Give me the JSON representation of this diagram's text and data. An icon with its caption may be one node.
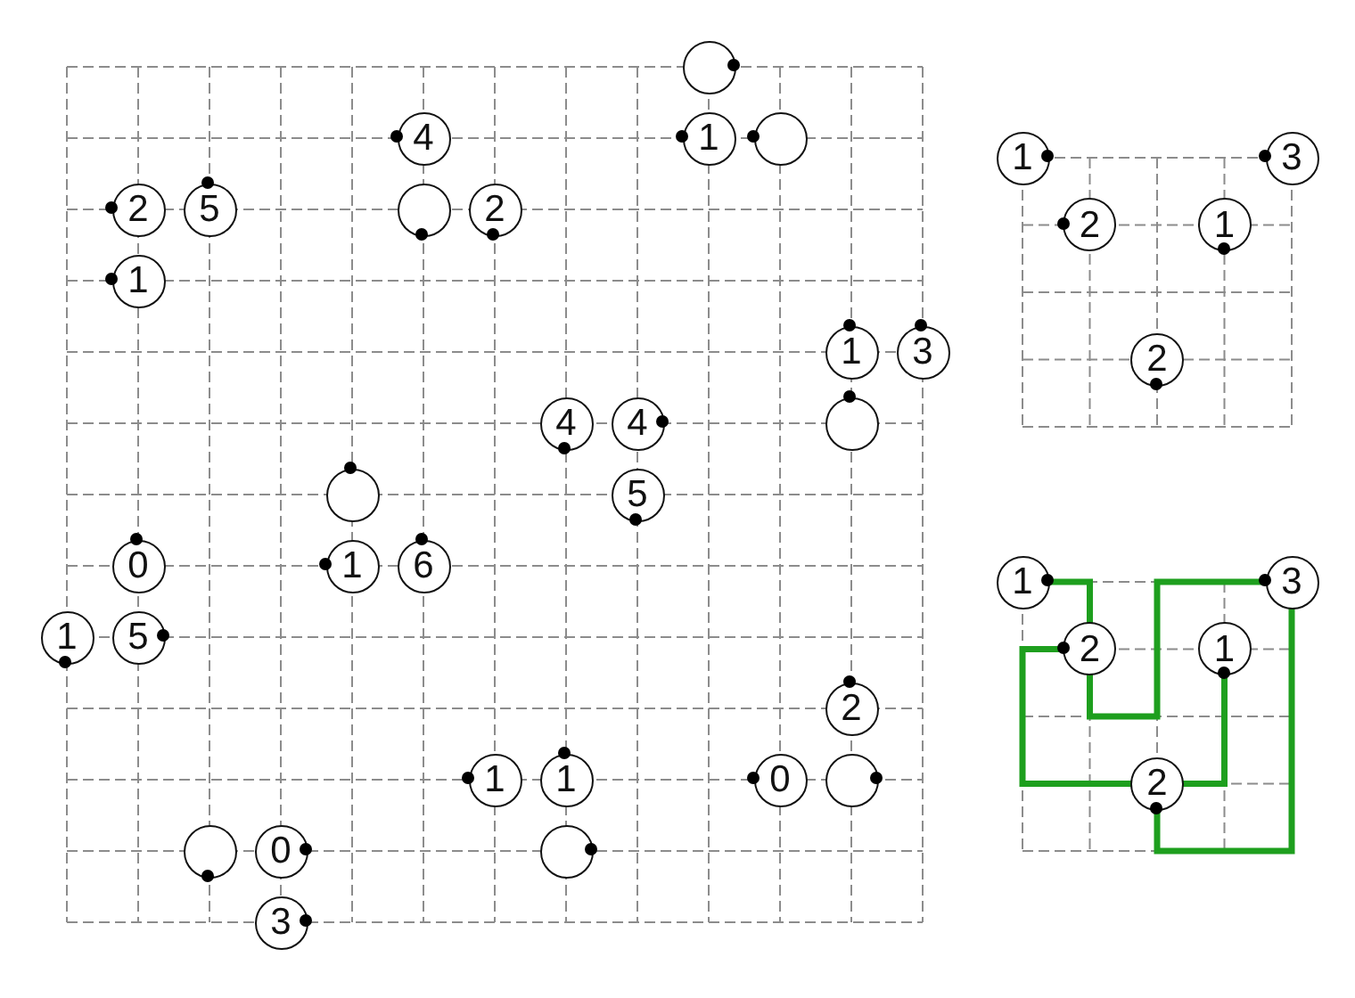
{
  "diagram": {
    "nodes": [
      {
        "text": [],
        "shape": "circle"
      },
      {
        "text": [
          "4"
        ]
      },
      {
        "text": [
          "1"
        ]
      },
      {
        "text": [],
        "shape": "circle"
      },
      {
        "text": [
          "2"
        ]
      },
      {
        "text": [
          "5"
        ]
      },
      {
        "text": [],
        "shape": "circle"
      },
      {
        "text": [
          "2"
        ]
      },
      {
        "text": [
          "1"
        ]
      },
      {
        "text": [
          "1"
        ]
      },
      {
        "text": [
          "3"
        ]
      },
      {
        "text": [
          "4"
        ]
      },
      {
        "text": [
          "4"
        ]
      },
      {
        "text": [],
        "shape": "circle"
      },
      {
        "text": [],
        "shape": "circle"
      },
      {
        "text": [
          "5"
        ]
      },
      {
        "text": [
          "0"
        ]
      },
      {
        "text": [
          "1"
        ]
      },
      {
        "text": [
          "6"
        ]
      },
      {
        "text": [
          "1"
        ]
      },
      {
        "text": [
          "5"
        ]
      },
      {
        "text": [
          "2"
        ]
      },
      {
        "text": [
          "1"
        ]
      },
      {
        "text": [
          "1"
        ]
      },
      {
        "text": [
          "0"
        ]
      },
      {
        "text": [],
        "shape": "circle"
      },
      {
        "text": [],
        "shape": "circle"
      },
      {
        "text": [
          "0"
        ]
      },
      {
        "text": [],
        "shape": "circle"
      },
      {
        "text": [
          "3"
        ]
      },
      {
        "text": [
          "1"
        ]
      },
      {
        "text": [
          "3"
        ]
      },
      {
        "text": [
          "2"
        ]
      },
      {
        "text": [
          "1"
        ]
      },
      {
        "text": [
          "2"
        ]
      },
      {
        "text": [
          "1"
        ]
      },
      {
        "text": [
          "3"
        ]
      },
      {
        "text": [
          "2"
        ]
      },
      {
        "text": [
          "1"
        ]
      },
      {
        "text": [
          "2"
        ]
      }
    ],
    "edges": [
      {
        "from": 35,
        "to": 37,
        "arrow": "none"
      },
      {
        "from": 37,
        "to": 36,
        "arrow": "none"
      },
      {
        "from": 37,
        "to": 39,
        "arrow": "none"
      },
      {
        "from": 36,
        "to": 39,
        "arrow": "none"
      },
      {
        "from": 38,
        "to": 39,
        "arrow": "none"
      }
    ]
  }
}
